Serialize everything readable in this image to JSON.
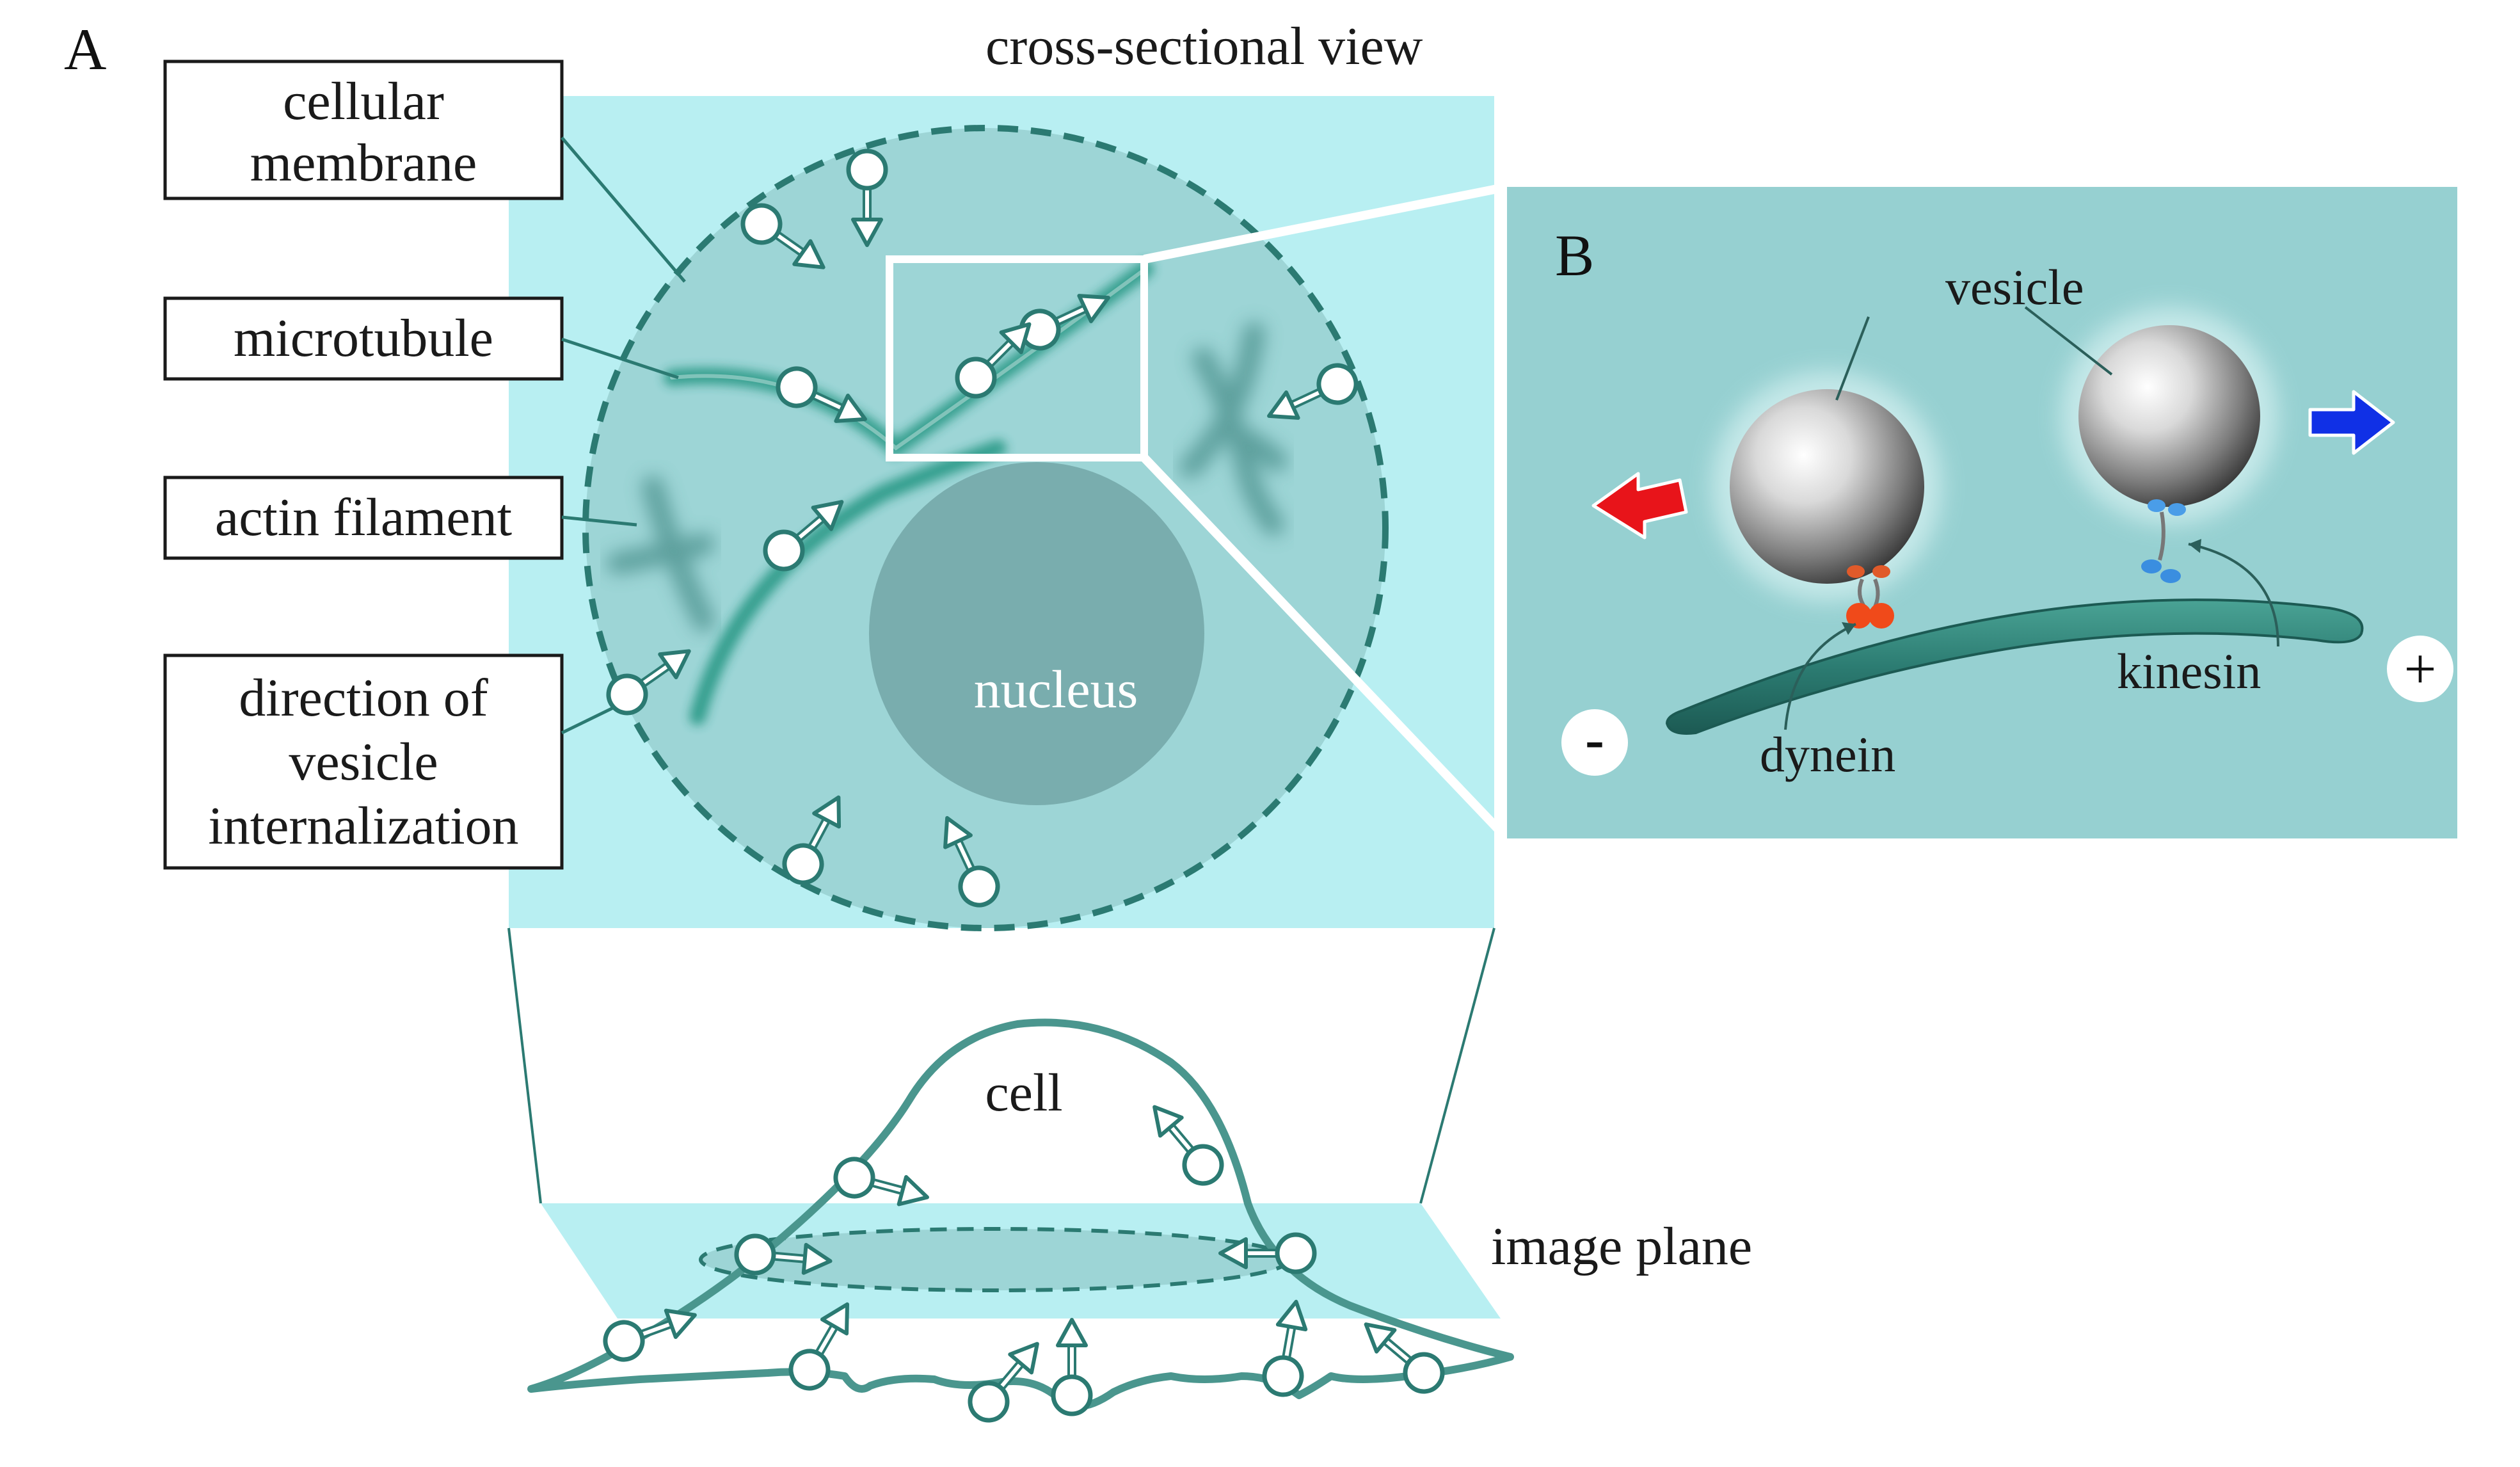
{
  "panel_a": {
    "letter": "A",
    "view_title": "cross-sectional view",
    "labels": {
      "membrane": [
        "cellular",
        "membrane"
      ],
      "microtubule": "microtubule",
      "actin": "actin filament",
      "direction": [
        "direction of",
        "vesicle",
        "internalization"
      ]
    },
    "nucleus": "nucleus",
    "cell": "cell",
    "image_plane": "image plane"
  },
  "panel_b": {
    "letter": "B",
    "vesicle": "vesicle",
    "dynein": "dynein",
    "kinesin": "kinesin",
    "minus": "-",
    "plus": "+"
  },
  "colors": {
    "light_cyan": "#b8eff2",
    "panel_teal": "#96d0d1",
    "cell_teal": "#9dd5d6",
    "nucleus": "#79adae",
    "dark_teal": "#2b7a72",
    "microtubule": "#2a9a87",
    "dynein_arrow": "#e8141a",
    "kinesin_arrow": "#1030e6"
  }
}
